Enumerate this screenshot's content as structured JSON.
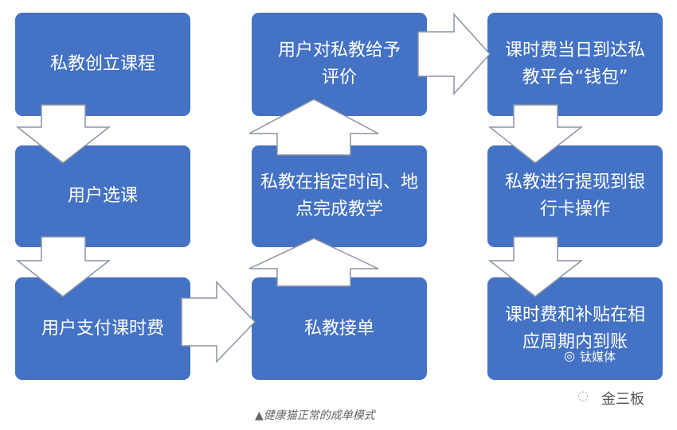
{
  "boxes": {
    "create_course": "私教创立课程",
    "select_course": "用户选课",
    "pay_fee": "用户支付课时费",
    "accept_order": "私教接单",
    "teach": "私教在指定时间、地点完成教学",
    "rate": "用户对私教给予评价",
    "wallet": "课时费当日到达私教平台“钱包”",
    "withdraw": "私教进行提现到银行卡操作",
    "subsidy": "课时费和补贴在相应周期内到账"
  },
  "caption": "▲健康猫正常的成单模式",
  "watermarks": {
    "titanium": "钛媒体",
    "jinsanban": "金三板"
  },
  "colors": {
    "box": "#4472c4"
  }
}
